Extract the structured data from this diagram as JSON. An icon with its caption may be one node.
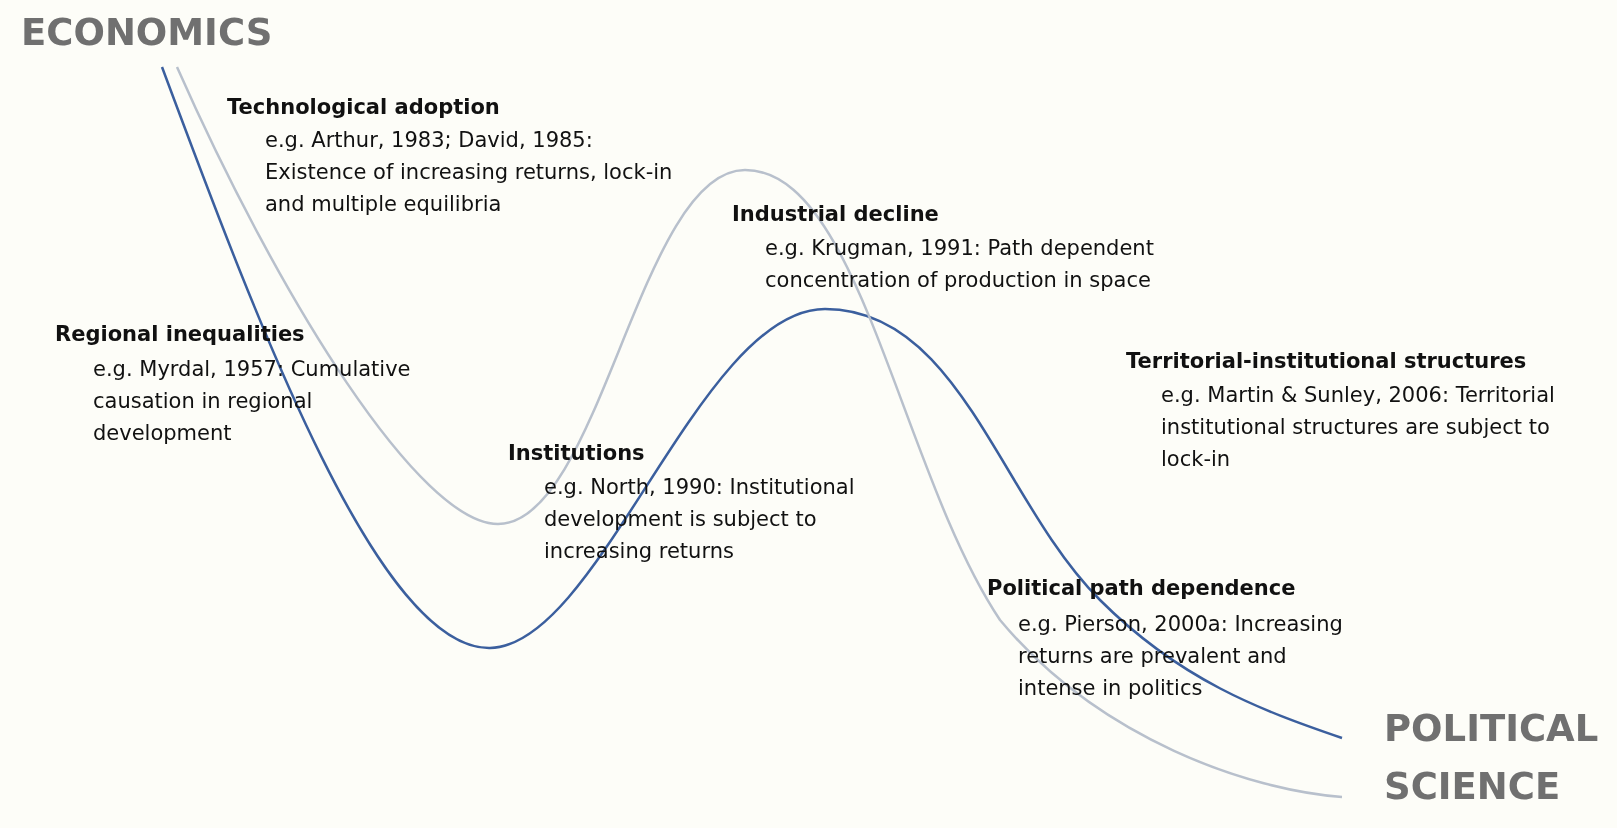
{
  "diagram": {
    "labels": [
      "ECONOMICS",
      "Technological adoption",
      "e.g. Arthur, 1983; David, 1985: Existence of increasing returns, lock-in and multiple equilibria",
      "Industrial decline",
      "e.g. Krugman, 1991: Path dependent concentration of production in space",
      "Regional inequalities",
      "e.g. Myrdal, 1957: Cumulative causation in regional development",
      "Territorial-institutional structures",
      "e.g. Martin & Sunley, 2006: Territorial institutional structures are subject to lock-in",
      "Institutions",
      "e.g. North, 1990: Institutional development is subject to increasing returns",
      "Political path dependence",
      "e.g. Pierson, 2000a: Increasing returns are prevalent and intense in politics",
      "POLITICAL SCIENCE"
    ]
  }
}
